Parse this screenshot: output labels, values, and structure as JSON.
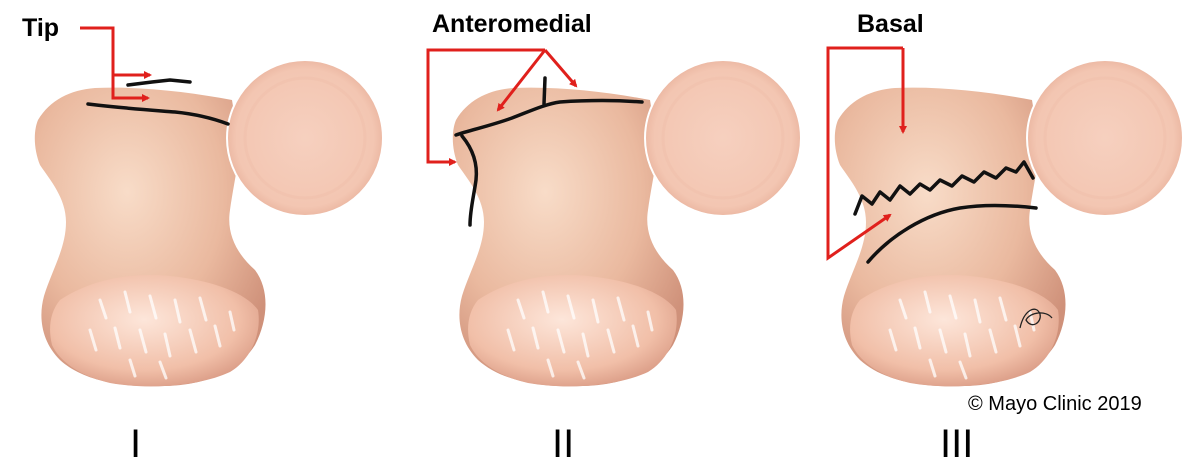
{
  "labels": {
    "tip": "Tip",
    "anteromedial": "Anteromedial",
    "basal": "Basal"
  },
  "numerals": {
    "one": "I",
    "two": "II",
    "three": "III"
  },
  "copyright": "© Mayo Clinic 2019",
  "colors": {
    "arrow": "#e0201c",
    "fracture_line": "#111111",
    "bone_light": "#f6d2bc",
    "bone_mid": "#e9b49a",
    "bone_shadow": "#c98a73",
    "condyle_light": "#fde3d6",
    "condyle_dark": "#e2a08c"
  }
}
